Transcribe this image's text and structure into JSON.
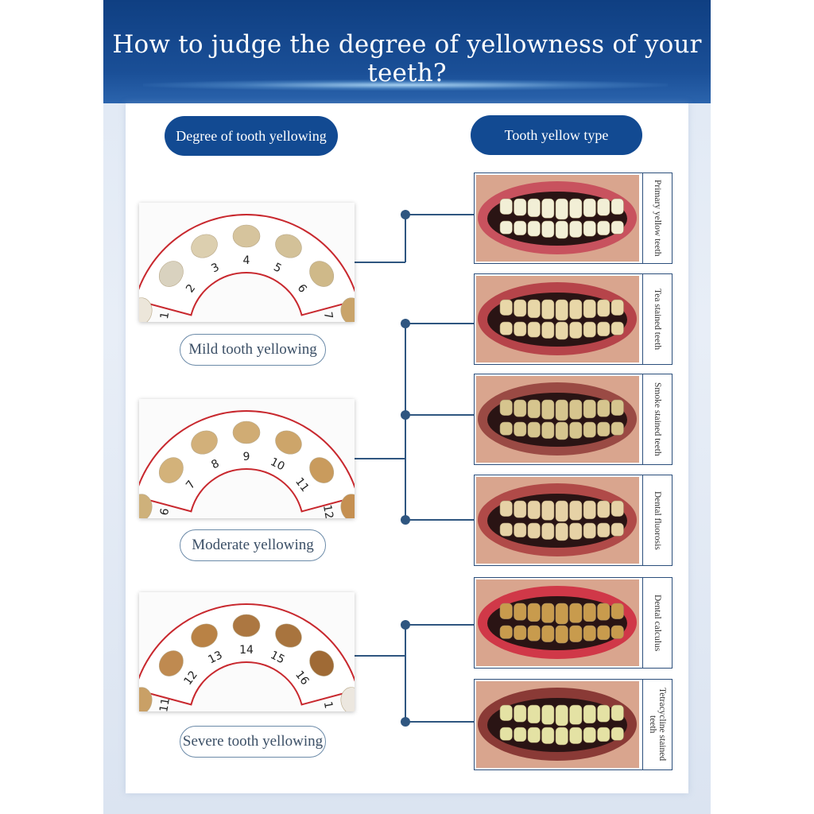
{
  "title": "How to judge the degree of yellowness of your teeth?",
  "headers": {
    "left": "Degree of tooth yellowing",
    "right": "Tooth yellow type"
  },
  "shade_guides": [
    {
      "label": "Mild tooth yellowing",
      "numbers": [
        "1",
        "2",
        "3",
        "4",
        "5",
        "6",
        "7"
      ],
      "colors": [
        "#ece6da",
        "#d9d2bf",
        "#dccfaf",
        "#d6c49d",
        "#d3c198",
        "#cfb989",
        "#c9a46a"
      ]
    },
    {
      "label": "Moderate yellowing",
      "numbers": [
        "6",
        "7",
        "8",
        "9",
        "10",
        "11",
        "12"
      ],
      "colors": [
        "#ceb17b",
        "#d3b27a",
        "#d2b07a",
        "#d0ac74",
        "#cda56a",
        "#c99b5d",
        "#c59052"
      ]
    },
    {
      "label": "Severe tooth yellowing",
      "numbers": [
        "11",
        "12",
        "13",
        "14",
        "15",
        "16",
        "1"
      ],
      "colors": [
        "#c9a066",
        "#bf8a50",
        "#b98245",
        "#ac7741",
        "#a8743e",
        "#9f6a35",
        "#ece7df"
      ]
    }
  ],
  "types": [
    {
      "label": "Primary yellow teeth",
      "tooth_color": "#f2efd6",
      "gum_color": "#c8525e"
    },
    {
      "label": "Tea stained teeth",
      "tooth_color": "#e8d7a8",
      "gum_color": "#b6444a"
    },
    {
      "label": "Smoke stained teeth",
      "tooth_color": "#d6c58e",
      "gum_color": "#9a4a44"
    },
    {
      "label": "Dental fluorosis",
      "tooth_color": "#e6d2a6",
      "gum_color": "#b04a48"
    },
    {
      "label": "Dental calculus",
      "tooth_color": "#c89b4d",
      "gum_color": "#d03848"
    },
    {
      "label": "Tetracycline stained teeth",
      "tooth_color": "#e4e2a4",
      "gum_color": "#8a3a36"
    }
  ],
  "colors": {
    "header_blue": "#124a92",
    "connector": "#2f5680",
    "shade_arc": "#c8282e"
  }
}
